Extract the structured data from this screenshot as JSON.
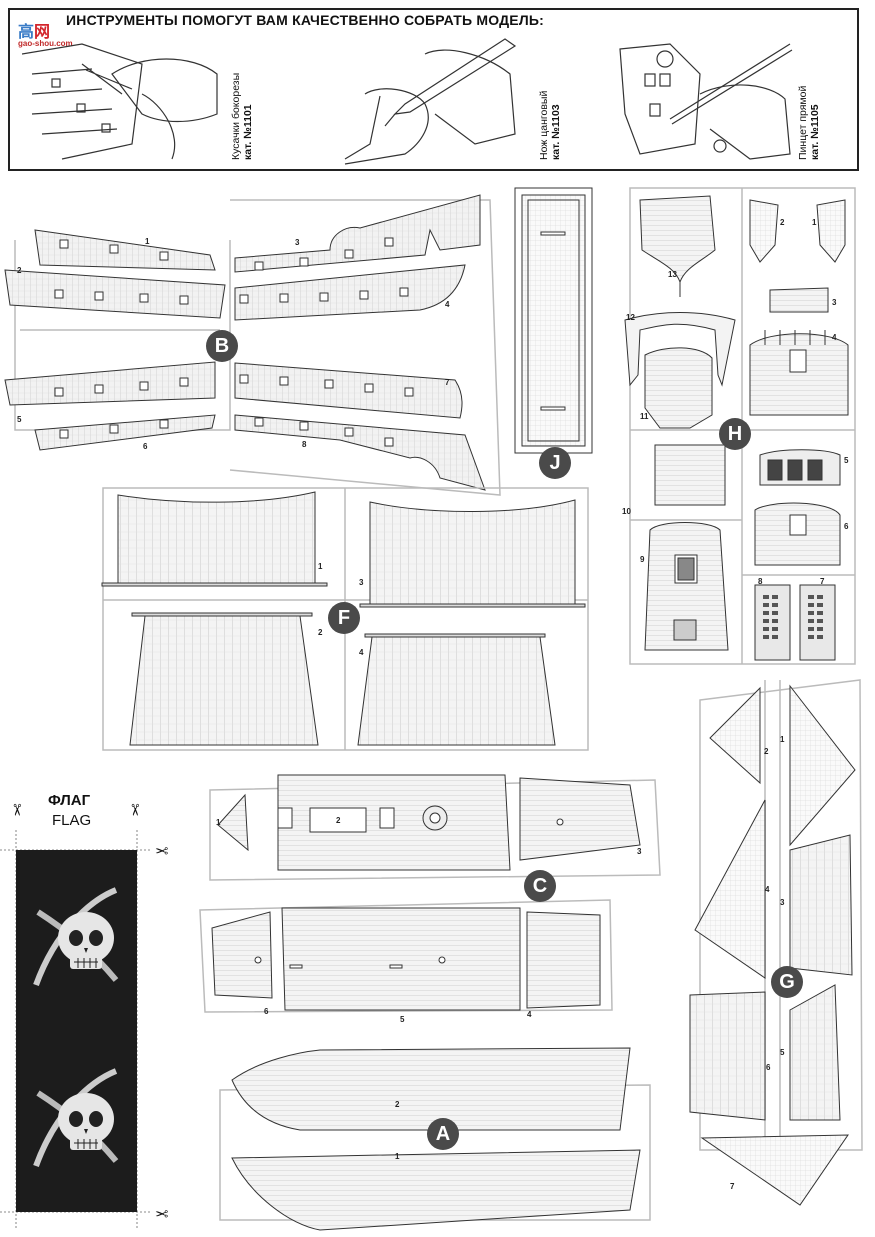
{
  "header": {
    "title": "ИНСТРУМЕНТЫ ПОМОГУТ ВАМ КАЧЕСТВЕННО СОБРАТЬ МОДЕЛЬ:",
    "watermark_glyph": "高",
    "watermark_text": "网",
    "watermark_url": "gao-shou.com",
    "tools": [
      {
        "name": "Кусачки бокорезы",
        "cat": "кат. №1101"
      },
      {
        "name": "Нож цанговый",
        "cat": "кат. №1103"
      },
      {
        "name": "Пинцет прямой",
        "cat": "кат. №1105"
      }
    ]
  },
  "sprues": {
    "B": "B",
    "J": "J",
    "H": "H",
    "F": "F",
    "C": "C",
    "G": "G",
    "A": "A"
  },
  "parts": {
    "b": [
      "1",
      "2",
      "3",
      "4",
      "5",
      "6",
      "7",
      "8"
    ],
    "h": [
      "1",
      "2",
      "3",
      "4",
      "5",
      "6",
      "7",
      "8",
      "9",
      "10",
      "11",
      "12",
      "13"
    ],
    "f": [
      "1",
      "2",
      "3",
      "4"
    ],
    "c": [
      "1",
      "2",
      "3",
      "4",
      "5",
      "6"
    ],
    "g": [
      "1",
      "2",
      "3",
      "4",
      "5",
      "6",
      "7"
    ],
    "a": [
      "1",
      "2"
    ]
  },
  "flag": {
    "title": "ФЛАГ",
    "subtitle": "FLAG",
    "scissor": "✂"
  }
}
